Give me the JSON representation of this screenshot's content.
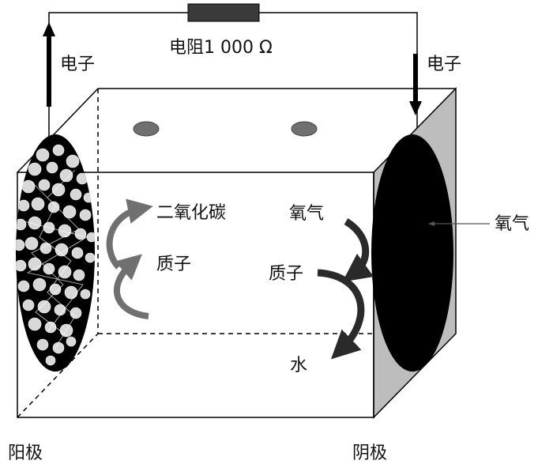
{
  "labels": {
    "resistor": "电阻1 000 Ω",
    "electron_left": "电子",
    "electron_right": "电子",
    "carbon_dioxide": "二氧化碳",
    "proton_left": "质子",
    "oxygen_inner": "氧气",
    "proton_right": "质子",
    "water": "水",
    "oxygen_outer": "氧气",
    "anode": "阳极",
    "cathode": "阴极"
  },
  "colors": {
    "line": "#000000",
    "electrode": "#000000",
    "cathode_panel": "#bdbdbd",
    "port": "#707070",
    "arrow_gray": "#707070",
    "arrow_dark": "#2a2a2a",
    "particle": "#d8d8d8"
  }
}
